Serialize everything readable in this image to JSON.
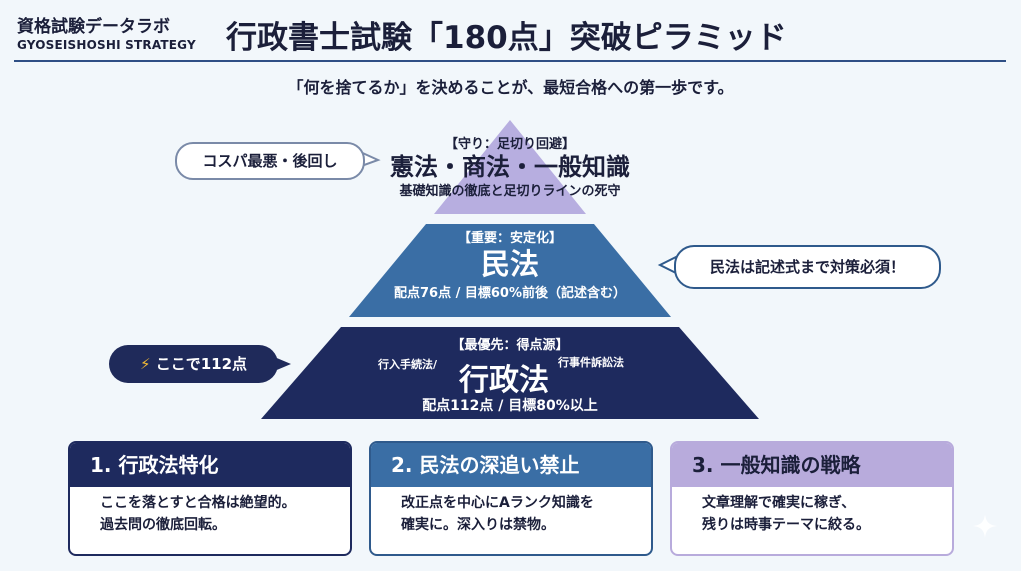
{
  "header": {
    "brand_jp": "資格試験データラボ",
    "brand_en": "GYOSEISHOSHI STRATEGY",
    "title": "行政書士試験「180点」突破ピラミッド",
    "subtitle": "「何を捨てるか」を決めることが、最短合格への第一歩です。"
  },
  "pyramid": {
    "top": {
      "tag": "【守り：足切り回避】",
      "name": "憲法・商法・一般知識",
      "sub": "基礎知識の徹底と足切りラインの死守",
      "color": "#b7aee0"
    },
    "middle": {
      "tag": "【重要：安定化】",
      "name": "民法",
      "sub": "配点76点 / 目標60%前後（記述含む）",
      "color": "#3a6ea5"
    },
    "bottom": {
      "tag": "【最優先：得点源】",
      "left_note": "行入手続法/",
      "name": "行政法",
      "right_note": "行事件訴訟法",
      "sub": "配点112点 / 目標80%以上",
      "color": "#1e2a5e"
    }
  },
  "callouts": {
    "top": "コスパ最悪・後回し",
    "middle": "民法は記述式まで対策必須！",
    "bottom_icon": "lightning-icon",
    "bottom": "ここで112点"
  },
  "cards": [
    {
      "title": "1. 行政法特化",
      "line1": "ここを落とすと合格は絶望的。",
      "line2": "過去問の徹底回転。"
    },
    {
      "title": "2. 民法の深追い禁止",
      "line1": "改正点を中心にAランク知識を",
      "line2": "確実に。深入りは禁物。"
    },
    {
      "title": "3. 一般知識の戦略",
      "line1": "文章理解で確実に稼ぎ、",
      "line2": "残りは時事テーマに絞る。"
    }
  ],
  "colors": {
    "navy": "#1e2a5e",
    "blue": "#3a6ea5",
    "lavender": "#b7aee0",
    "background": "#f2f7fb"
  }
}
